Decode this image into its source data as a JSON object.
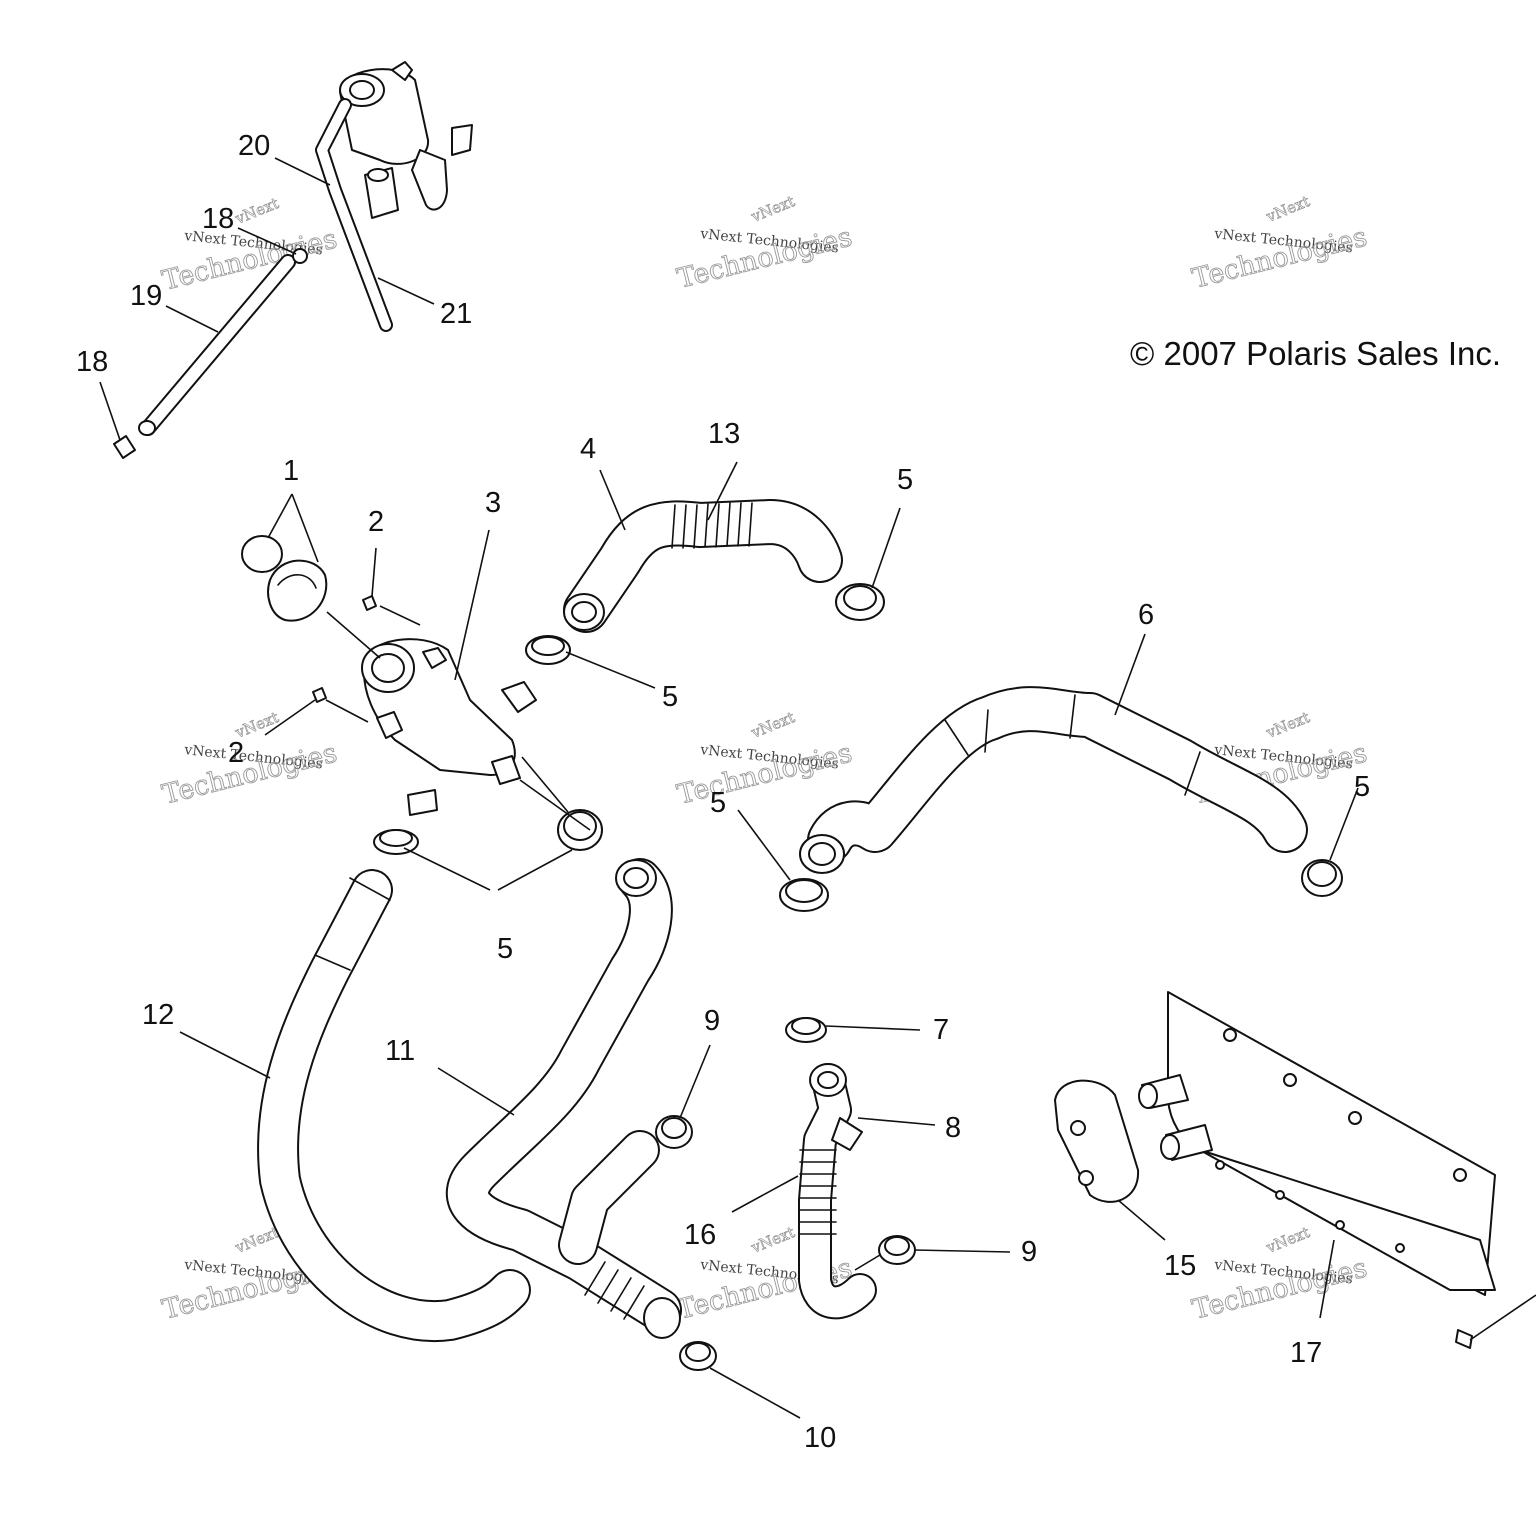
{
  "diagram": {
    "copyright": "© 2007 Polaris Sales Inc.",
    "watermark": {
      "brand": "vNext",
      "company": "vNext Technologies",
      "word": "Technologies"
    },
    "callouts": [
      {
        "id": "c1",
        "label": "1"
      },
      {
        "id": "c2a",
        "label": "2"
      },
      {
        "id": "c2b",
        "label": "2"
      },
      {
        "id": "c3",
        "label": "3"
      },
      {
        "id": "c4",
        "label": "4"
      },
      {
        "id": "c5a",
        "label": "5"
      },
      {
        "id": "c5b",
        "label": "5"
      },
      {
        "id": "c5c",
        "label": "5"
      },
      {
        "id": "c5d",
        "label": "5"
      },
      {
        "id": "c5e",
        "label": "5"
      },
      {
        "id": "c6",
        "label": "6"
      },
      {
        "id": "c7",
        "label": "7"
      },
      {
        "id": "c8",
        "label": "8"
      },
      {
        "id": "c9a",
        "label": "9"
      },
      {
        "id": "c9b",
        "label": "9"
      },
      {
        "id": "c10",
        "label": "10"
      },
      {
        "id": "c11",
        "label": "11"
      },
      {
        "id": "c12",
        "label": "12"
      },
      {
        "id": "c13",
        "label": "13"
      },
      {
        "id": "c15",
        "label": "15"
      },
      {
        "id": "c16",
        "label": "16"
      },
      {
        "id": "c17",
        "label": "17"
      },
      {
        "id": "c18a",
        "label": "18"
      },
      {
        "id": "c18b",
        "label": "18"
      },
      {
        "id": "c19",
        "label": "19"
      },
      {
        "id": "c20",
        "label": "20"
      },
      {
        "id": "c21",
        "label": "21"
      }
    ]
  }
}
